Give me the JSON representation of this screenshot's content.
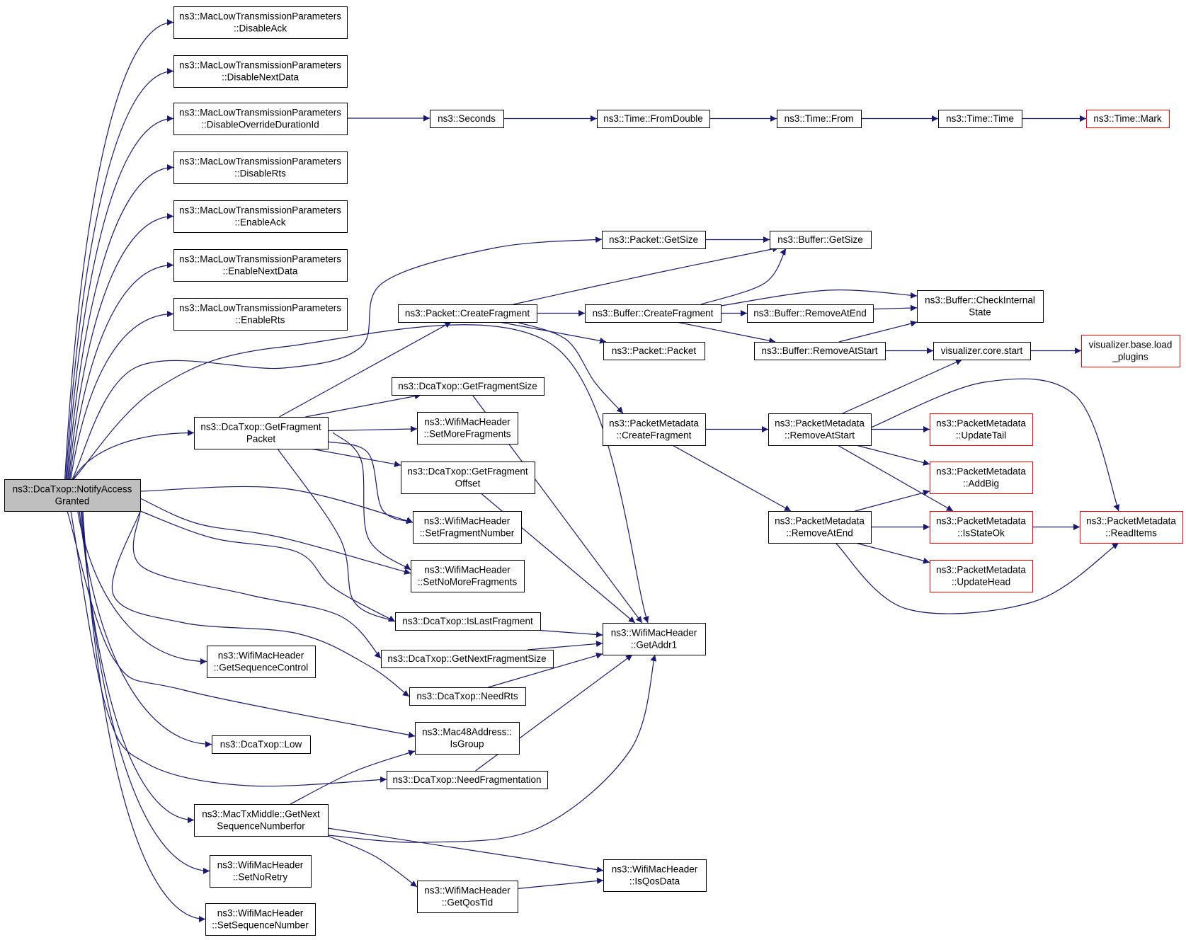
{
  "nodes": [
    {
      "id": "n0",
      "lines": [
        "ns3::DcaTxop::NotifyAccess",
        "Granted"
      ],
      "variant": "root"
    },
    {
      "id": "n1",
      "lines": [
        "ns3::MacLowTransmissionParameters",
        "::DisableAck"
      ],
      "variant": "normal"
    },
    {
      "id": "n2",
      "lines": [
        "ns3::MacLowTransmissionParameters",
        "::DisableNextData"
      ],
      "variant": "normal"
    },
    {
      "id": "n3",
      "lines": [
        "ns3::MacLowTransmissionParameters",
        "::DisableOverrideDurationId"
      ],
      "variant": "normal"
    },
    {
      "id": "n4",
      "lines": [
        "ns3::MacLowTransmissionParameters",
        "::DisableRts"
      ],
      "variant": "normal"
    },
    {
      "id": "n5",
      "lines": [
        "ns3::MacLowTransmissionParameters",
        "::EnableAck"
      ],
      "variant": "normal"
    },
    {
      "id": "n6",
      "lines": [
        "ns3::MacLowTransmissionParameters",
        "::EnableNextData"
      ],
      "variant": "normal"
    },
    {
      "id": "n7",
      "lines": [
        "ns3::MacLowTransmissionParameters",
        "::EnableRts"
      ],
      "variant": "normal"
    },
    {
      "id": "n8",
      "lines": [
        "ns3::Seconds"
      ],
      "variant": "normal"
    },
    {
      "id": "n9",
      "lines": [
        "ns3::Time::FromDouble"
      ],
      "variant": "normal"
    },
    {
      "id": "n10",
      "lines": [
        "ns3::Time::From"
      ],
      "variant": "normal"
    },
    {
      "id": "n11",
      "lines": [
        "ns3::Time::Time"
      ],
      "variant": "normal"
    },
    {
      "id": "n12",
      "lines": [
        "ns3::Time::Mark"
      ],
      "variant": "truncated"
    },
    {
      "id": "n13",
      "lines": [
        "ns3::Packet::GetSize"
      ],
      "variant": "normal"
    },
    {
      "id": "n14",
      "lines": [
        "ns3::Buffer::GetSize"
      ],
      "variant": "normal"
    },
    {
      "id": "n15",
      "lines": [
        "ns3::Packet::CreateFragment"
      ],
      "variant": "normal"
    },
    {
      "id": "n16",
      "lines": [
        "ns3::Buffer::CreateFragment"
      ],
      "variant": "normal"
    },
    {
      "id": "n17",
      "lines": [
        "ns3::Buffer::RemoveAtEnd"
      ],
      "variant": "normal"
    },
    {
      "id": "n18",
      "lines": [
        "ns3::Buffer::CheckInternal",
        "State"
      ],
      "variant": "normal"
    },
    {
      "id": "n19",
      "lines": [
        "ns3::Packet::Packet"
      ],
      "variant": "normal"
    },
    {
      "id": "n20",
      "lines": [
        "ns3::Buffer::RemoveAtStart"
      ],
      "variant": "normal"
    },
    {
      "id": "n21",
      "lines": [
        "visualizer.core.start"
      ],
      "variant": "normal"
    },
    {
      "id": "n22",
      "lines": [
        "visualizer.base.load",
        "_plugins"
      ],
      "variant": "truncated"
    },
    {
      "id": "n23",
      "lines": [
        "ns3::DcaTxop::GetFragmentSize"
      ],
      "variant": "normal"
    },
    {
      "id": "n24",
      "lines": [
        "ns3::DcaTxop::GetFragment",
        "Packet"
      ],
      "variant": "normal"
    },
    {
      "id": "n25",
      "lines": [
        "ns3::WifiMacHeader",
        "::SetMoreFragments"
      ],
      "variant": "normal"
    },
    {
      "id": "n26",
      "lines": [
        "ns3::DcaTxop::GetFragment",
        "Offset"
      ],
      "variant": "normal"
    },
    {
      "id": "n27",
      "lines": [
        "ns3::WifiMacHeader",
        "::SetFragmentNumber"
      ],
      "variant": "normal"
    },
    {
      "id": "n28",
      "lines": [
        "ns3::WifiMacHeader",
        "::SetNoMoreFragments"
      ],
      "variant": "normal"
    },
    {
      "id": "n29",
      "lines": [
        "ns3::DcaTxop::IsLastFragment"
      ],
      "variant": "normal"
    },
    {
      "id": "n30",
      "lines": [
        "ns3::DcaTxop::GetNextFragmentSize"
      ],
      "variant": "normal"
    },
    {
      "id": "n31",
      "lines": [
        "ns3::DcaTxop::NeedRts"
      ],
      "variant": "normal"
    },
    {
      "id": "n32",
      "lines": [
        "ns3::WifiMacHeader",
        "::GetAddr1"
      ],
      "variant": "normal"
    },
    {
      "id": "n33",
      "lines": [
        "ns3::PacketMetadata",
        "::CreateFragment"
      ],
      "variant": "normal"
    },
    {
      "id": "n34",
      "lines": [
        "ns3::PacketMetadata",
        "::RemoveAtStart"
      ],
      "variant": "normal"
    },
    {
      "id": "n35",
      "lines": [
        "ns3::PacketMetadata",
        "::UpdateTail"
      ],
      "variant": "truncated"
    },
    {
      "id": "n36",
      "lines": [
        "ns3::PacketMetadata",
        "::AddBig"
      ],
      "variant": "truncated"
    },
    {
      "id": "n37",
      "lines": [
        "ns3::PacketMetadata",
        "::RemoveAtEnd"
      ],
      "variant": "normal"
    },
    {
      "id": "n38",
      "lines": [
        "ns3::PacketMetadata",
        "::IsStateOk"
      ],
      "variant": "truncated"
    },
    {
      "id": "n39",
      "lines": [
        "ns3::PacketMetadata",
        "::ReadItems"
      ],
      "variant": "truncated"
    },
    {
      "id": "n40",
      "lines": [
        "ns3::PacketMetadata",
        "::UpdateHead"
      ],
      "variant": "truncated"
    },
    {
      "id": "n41",
      "lines": [
        "ns3::WifiMacHeader",
        "::GetSequenceControl"
      ],
      "variant": "normal"
    },
    {
      "id": "n42",
      "lines": [
        "ns3::DcaTxop::Low"
      ],
      "variant": "normal"
    },
    {
      "id": "n43",
      "lines": [
        "ns3::Mac48Address::",
        "IsGroup"
      ],
      "variant": "normal"
    },
    {
      "id": "n44",
      "lines": [
        "ns3::DcaTxop::NeedFragmentation"
      ],
      "variant": "normal"
    },
    {
      "id": "n45",
      "lines": [
        "ns3::MacTxMiddle::GetNext",
        "SequenceNumberfor"
      ],
      "variant": "normal"
    },
    {
      "id": "n46",
      "lines": [
        "ns3::WifiMacHeader",
        "::SetNoRetry"
      ],
      "variant": "normal"
    },
    {
      "id": "n47",
      "lines": [
        "ns3::WifiMacHeader",
        "::SetSequenceNumber"
      ],
      "variant": "normal"
    },
    {
      "id": "n48",
      "lines": [
        "ns3::WifiMacHeader",
        "::IsQosData"
      ],
      "variant": "normal"
    },
    {
      "id": "n49",
      "lines": [
        "ns3::WifiMacHeader",
        "::GetQosTid"
      ],
      "variant": "normal"
    }
  ],
  "edges": [
    [
      "n0",
      "n1"
    ],
    [
      "n0",
      "n2"
    ],
    [
      "n0",
      "n3"
    ],
    [
      "n0",
      "n4"
    ],
    [
      "n0",
      "n5"
    ],
    [
      "n0",
      "n6"
    ],
    [
      "n0",
      "n7"
    ],
    [
      "n0",
      "n13"
    ],
    [
      "n0",
      "n32"
    ],
    [
      "n0",
      "n24"
    ],
    [
      "n0",
      "n27"
    ],
    [
      "n0",
      "n28"
    ],
    [
      "n0",
      "n29"
    ],
    [
      "n0",
      "n30"
    ],
    [
      "n0",
      "n31"
    ],
    [
      "n0",
      "n41"
    ],
    [
      "n0",
      "n43"
    ],
    [
      "n0",
      "n42"
    ],
    [
      "n0",
      "n44"
    ],
    [
      "n0",
      "n45"
    ],
    [
      "n0",
      "n46"
    ],
    [
      "n0",
      "n47"
    ],
    [
      "n3",
      "n8"
    ],
    [
      "n8",
      "n9"
    ],
    [
      "n9",
      "n10"
    ],
    [
      "n10",
      "n11"
    ],
    [
      "n11",
      "n12"
    ],
    [
      "n13",
      "n14"
    ],
    [
      "n15",
      "n14"
    ],
    [
      "n15",
      "n16"
    ],
    [
      "n15",
      "n19"
    ],
    [
      "n15",
      "n33"
    ],
    [
      "n16",
      "n14"
    ],
    [
      "n16",
      "n17"
    ],
    [
      "n16",
      "n18"
    ],
    [
      "n16",
      "n20"
    ],
    [
      "n17",
      "n18"
    ],
    [
      "n20",
      "n18"
    ],
    [
      "n20",
      "n21"
    ],
    [
      "n21",
      "n22"
    ],
    [
      "n24",
      "n15"
    ],
    [
      "n24",
      "n23"
    ],
    [
      "n24",
      "n25"
    ],
    [
      "n24",
      "n26"
    ],
    [
      "n24",
      "n27"
    ],
    [
      "n24",
      "n28"
    ],
    [
      "n24",
      "n29"
    ],
    [
      "n23",
      "n32"
    ],
    [
      "n26",
      "n32"
    ],
    [
      "n29",
      "n32"
    ],
    [
      "n30",
      "n32"
    ],
    [
      "n31",
      "n32"
    ],
    [
      "n44",
      "n32"
    ],
    [
      "n45",
      "n32"
    ],
    [
      "n33",
      "n34"
    ],
    [
      "n33",
      "n37"
    ],
    [
      "n34",
      "n21"
    ],
    [
      "n34",
      "n35"
    ],
    [
      "n34",
      "n36"
    ],
    [
      "n34",
      "n38"
    ],
    [
      "n34",
      "n39"
    ],
    [
      "n37",
      "n36"
    ],
    [
      "n37",
      "n38"
    ],
    [
      "n37",
      "n40"
    ],
    [
      "n37",
      "n39"
    ],
    [
      "n38",
      "n39"
    ],
    [
      "n45",
      "n43"
    ],
    [
      "n45",
      "n48"
    ],
    [
      "n45",
      "n49"
    ],
    [
      "n49",
      "n48"
    ]
  ],
  "colors": {
    "edge": "#191970",
    "border": "#000000",
    "truncated_border": "#ff0000",
    "root_fill": "#bfbfbf",
    "node_fill": "#ffffff"
  }
}
